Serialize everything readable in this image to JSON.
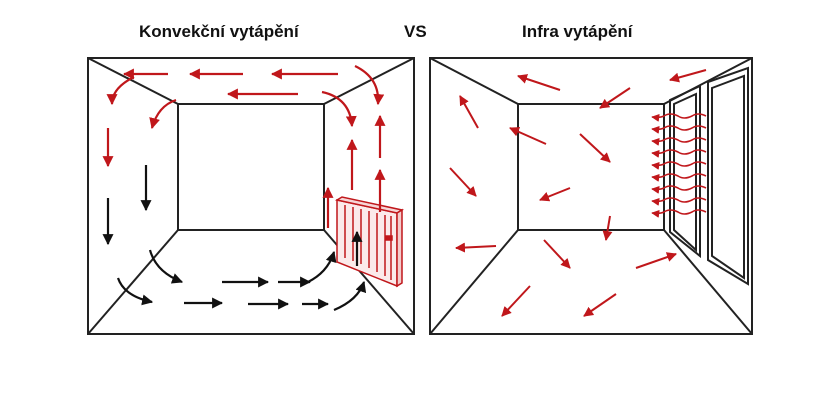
{
  "titles": {
    "left": "Konvekční vytápění",
    "vs": "VS",
    "right": "Infra vytápění"
  },
  "colors": {
    "line": "#222222",
    "heat": "#c0171b",
    "cool": "#111111",
    "radiator_fill": "#fbeaea"
  },
  "icons": {
    "left_room": "room-with-radiator",
    "right_room": "room-with-infrared-panel",
    "radiator": "radiator-icon",
    "window": "window-icon"
  }
}
